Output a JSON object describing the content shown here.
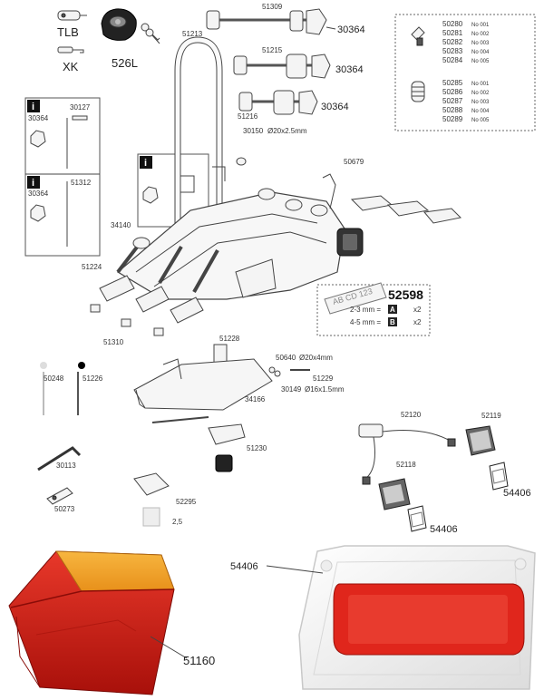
{
  "labels": {
    "tlb": "TLB",
    "xk": "XK",
    "lock": "526L",
    "p51309": "51309",
    "p51213": "51213",
    "p51215": "51215",
    "p51216": "51216",
    "p30364a": "30364",
    "p30364b": "30364",
    "p30364c": "30364",
    "p30150": "30150",
    "p30150_spec": "Ø20x2.5mm",
    "p30364d": "30364",
    "p30127": "30127",
    "p30364e": "30364",
    "p51312": "51312",
    "p34140": "34140",
    "p50679": "50679",
    "p51224": "51224",
    "p51310": "51310",
    "p52598": "52598",
    "plate_text": "AB CD 123",
    "mm23": "2-3 mm =",
    "mm45": "4-5 mm =",
    "boxA": "A",
    "boxB": "B",
    "x2a": "x2",
    "x2b": "x2",
    "p51228": "51228",
    "p50640": "50640",
    "p50640_spec": "Ø20x4mm",
    "p51229": "51229",
    "p30149": "30149",
    "p30149_spec": "Ø16x1.5mm",
    "p34166": "34166",
    "p50248": "50248",
    "p51226": "51226",
    "p51230": "51230",
    "p30113": "30113",
    "p50273": "50273",
    "p52295": "52295",
    "size25": "2,5",
    "p52120": "52120",
    "p52119": "52119",
    "p52118": "52118",
    "p54406a": "54406",
    "p54406b": "54406",
    "p54406c": "54406",
    "p51160": "51160"
  },
  "key_parts": [
    {
      "code": "50280",
      "no": "No 001"
    },
    {
      "code": "50281",
      "no": "No 002"
    },
    {
      "code": "50282",
      "no": "No 003"
    },
    {
      "code": "50283",
      "no": "No 004"
    },
    {
      "code": "50284",
      "no": "No 005"
    }
  ],
  "cylinder_parts": [
    {
      "code": "50285",
      "no": "No 001"
    },
    {
      "code": "50286",
      "no": "No 002"
    },
    {
      "code": "50287",
      "no": "No 003"
    },
    {
      "code": "50288",
      "no": "No 004"
    },
    {
      "code": "50289",
      "no": "No 005"
    }
  ],
  "info_icon": "i",
  "colors": {
    "lens_red": "#d81e12",
    "lens_orange": "#f4a21c",
    "lens_clear": "#f2f2f2",
    "reflector_red": "#e0261c"
  }
}
